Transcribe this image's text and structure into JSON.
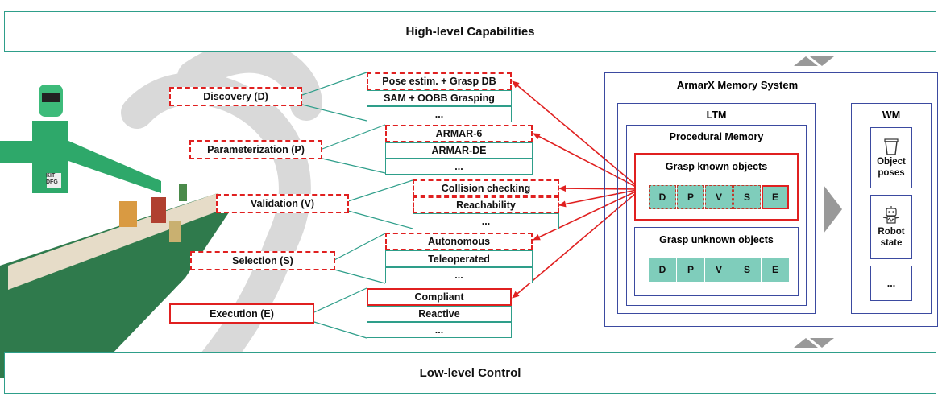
{
  "top_bar": "High-level Capabilities",
  "bottom_bar": "Low-level Control",
  "robot_badge": "KIT",
  "robot_badge_sub": "DFG",
  "stages": [
    {
      "label": "Discovery (D)",
      "options": [
        "Pose estim. + Grasp DB",
        "SAM + OOBB Grasping",
        "..."
      ]
    },
    {
      "label": "Parameterization (P)",
      "options": [
        "ARMAR-6",
        "ARMAR-DE",
        "..."
      ]
    },
    {
      "label": "Validation (V)",
      "options": [
        "Collision checking",
        "Reachability",
        "..."
      ]
    },
    {
      "label": "Selection (S)",
      "options": [
        "Autonomous",
        "Teleoperated",
        "..."
      ]
    },
    {
      "label": "Execution (E)",
      "options": [
        "Compliant",
        "Reactive",
        "..."
      ]
    }
  ],
  "memory": {
    "title": "ArmarX Memory System",
    "ltm": {
      "title": "LTM",
      "procedural": {
        "title": "Procedural Memory",
        "known": {
          "title": "Grasp known objects",
          "tiles": [
            "D",
            "P",
            "V",
            "S",
            "E"
          ]
        },
        "unknown": {
          "title": "Grasp unknown objects",
          "tiles": [
            "D",
            "P",
            "V",
            "S",
            "E"
          ]
        }
      }
    },
    "wm": {
      "title": "WM",
      "items": [
        {
          "label": "Object poses",
          "icon": "cup-icon"
        },
        {
          "label": "Robot state",
          "icon": "robot-icon"
        },
        {
          "label": "...",
          "icon": ""
        }
      ]
    }
  },
  "colors": {
    "teal": "#2e9e8a",
    "tile": "#7fcdbb",
    "red": "#e02020",
    "navy": "#3b4aa0"
  }
}
